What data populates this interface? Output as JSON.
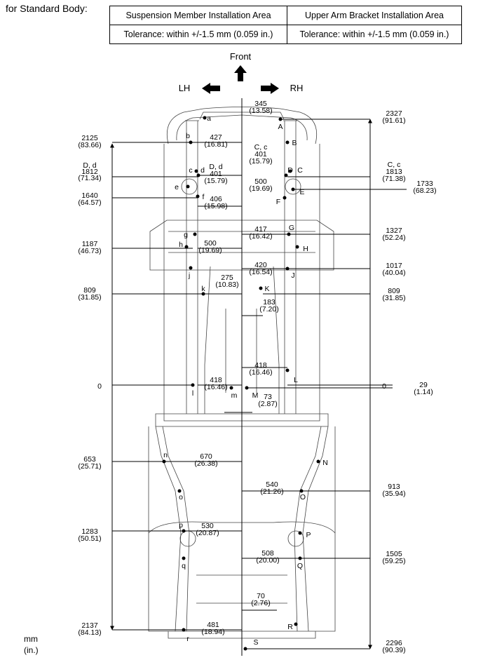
{
  "header": {
    "label": "for Standard Body:"
  },
  "tolerance_table": {
    "col1": {
      "heading": "Suspension Member Installation Area",
      "tolerance": "Tolerance: within +/-1.5 mm (0.059 in.)"
    },
    "col2": {
      "heading": "Upper Arm Bracket Installation Area",
      "tolerance": "Tolerance: within +/-1.5 mm (0.059 in.)"
    }
  },
  "orientation": {
    "front": "Front",
    "left": "LH",
    "right": "RH"
  },
  "units": {
    "mm": "mm",
    "in": "(in.)"
  },
  "left_axis": [
    {
      "mm": "2125",
      "in": "(83.66)"
    },
    {
      "pre": "D, d",
      "mm": "1812",
      "in": "(71.34)"
    },
    {
      "mm": "1640",
      "in": "(64.57)"
    },
    {
      "mm": "1187",
      "in": "(46.73)"
    },
    {
      "mm": "809",
      "in": "(31.85)"
    },
    {
      "mm": "0",
      "in": ""
    },
    {
      "mm": "653",
      "in": "(25.71)"
    },
    {
      "mm": "1283",
      "in": "(50.51)"
    },
    {
      "mm": "2137",
      "in": "(84.13)"
    }
  ],
  "right_axis": [
    {
      "mm": "2327",
      "in": "(91.61)"
    },
    {
      "pre": "C, c",
      "mm": "1813",
      "in": "(71.38)"
    },
    {
      "mm": "1733",
      "in": "(68.23)"
    },
    {
      "mm": "1327",
      "in": "(52.24)"
    },
    {
      "mm": "1017",
      "in": "(40.04)"
    },
    {
      "mm": "809",
      "in": "(31.85)"
    },
    {
      "mm": "0",
      "in": ""
    },
    {
      "mm": "29",
      "in": "(1.14)"
    },
    {
      "mm": "913",
      "in": "(35.94)"
    },
    {
      "mm": "1505",
      "in": "(59.25)"
    },
    {
      "mm": "2296",
      "in": "(90.39)"
    }
  ],
  "center_dims": [
    {
      "pre": "",
      "mm": "345",
      "in": "(13.58)"
    },
    {
      "pre": "",
      "mm": "427",
      "in": "(16.81)"
    },
    {
      "pre": "C, c",
      "mm": "401",
      "in": "(15.79)"
    },
    {
      "pre": "D, d",
      "mm": "401",
      "in": "(15.79)"
    },
    {
      "pre": "",
      "mm": "500",
      "in": "(19.69)"
    },
    {
      "pre": "",
      "mm": "406",
      "in": "(15.98)"
    },
    {
      "pre": "",
      "mm": "417",
      "in": "(16.42)"
    },
    {
      "pre": "",
      "mm": "500",
      "in": "(19.69)"
    },
    {
      "pre": "",
      "mm": "420",
      "in": "(16.54)"
    },
    {
      "pre": "",
      "mm": "275",
      "in": "(10.83)"
    },
    {
      "pre": "",
      "mm": "183",
      "in": "(7.20)"
    },
    {
      "pre": "",
      "mm": "418",
      "in": "(16.46)"
    },
    {
      "pre": "",
      "mm": "418",
      "in": "(16.46)"
    },
    {
      "pre": "",
      "mm": "73",
      "in": "(2.87)"
    },
    {
      "pre": "",
      "mm": "670",
      "in": "(26.38)"
    },
    {
      "pre": "",
      "mm": "540",
      "in": "(21.26)"
    },
    {
      "pre": "",
      "mm": "530",
      "in": "(20.87)"
    },
    {
      "pre": "",
      "mm": "508",
      "in": "(20.00)"
    },
    {
      "pre": "",
      "mm": "70",
      "in": "(2.76)"
    },
    {
      "pre": "",
      "mm": "481",
      "in": "(18.94)"
    }
  ],
  "points": [
    "a",
    "A",
    "b",
    "B",
    "c",
    "C",
    "d",
    "D",
    "e",
    "E",
    "f",
    "F",
    "g",
    "G",
    "h",
    "H",
    "j",
    "J",
    "k",
    "K",
    "l",
    "L",
    "m",
    "M",
    "n",
    "N",
    "o",
    "O",
    "p",
    "P",
    "q",
    "Q",
    "r",
    "R",
    "S"
  ]
}
